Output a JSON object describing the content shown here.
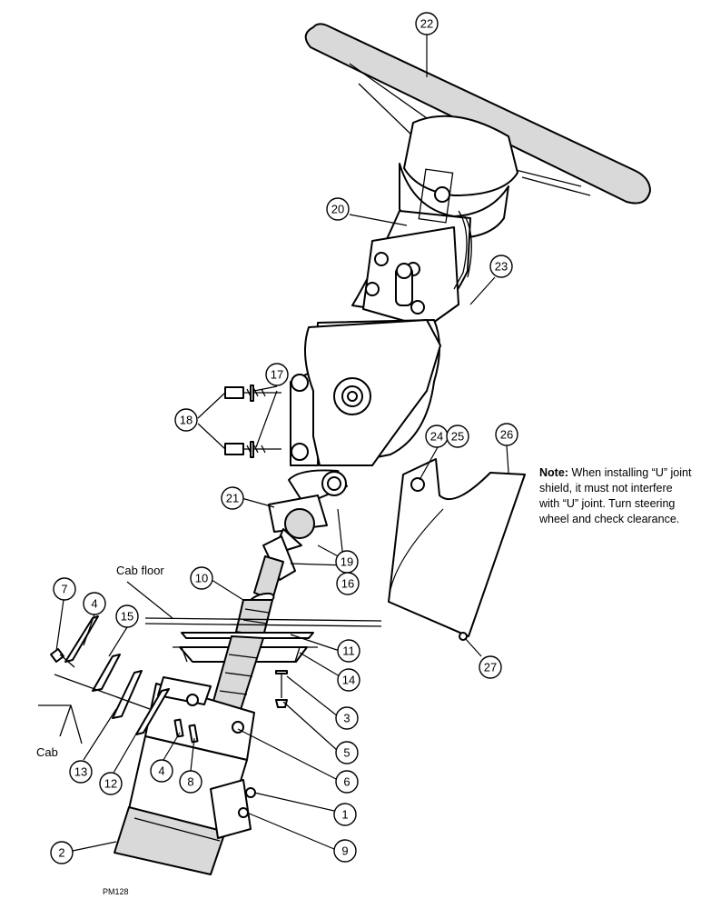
{
  "labels": {
    "cab_floor": "Cab floor",
    "cab": "Cab",
    "figure_code": "PM128"
  },
  "note": {
    "heading": "Note:",
    "body": "When installing “U” joint shield, it must not interfere with “U” joint. Turn steering wheel and check clearance."
  },
  "callouts": {
    "c1": "1",
    "c2": "2",
    "c3": "3",
    "c4a": "4",
    "c4b": "4",
    "c5": "5",
    "c6": "6",
    "c7": "7",
    "c8": "8",
    "c9": "9",
    "c10": "10",
    "c11": "11",
    "c12": "12",
    "c13": "13",
    "c14": "14",
    "c15": "15",
    "c16": "16",
    "c17": "17",
    "c18": "18",
    "c19": "19",
    "c20": "20",
    "c21": "21",
    "c22": "22",
    "c23": "23",
    "c24": "24",
    "c25": "25",
    "c26": "26",
    "c27": "27"
  }
}
